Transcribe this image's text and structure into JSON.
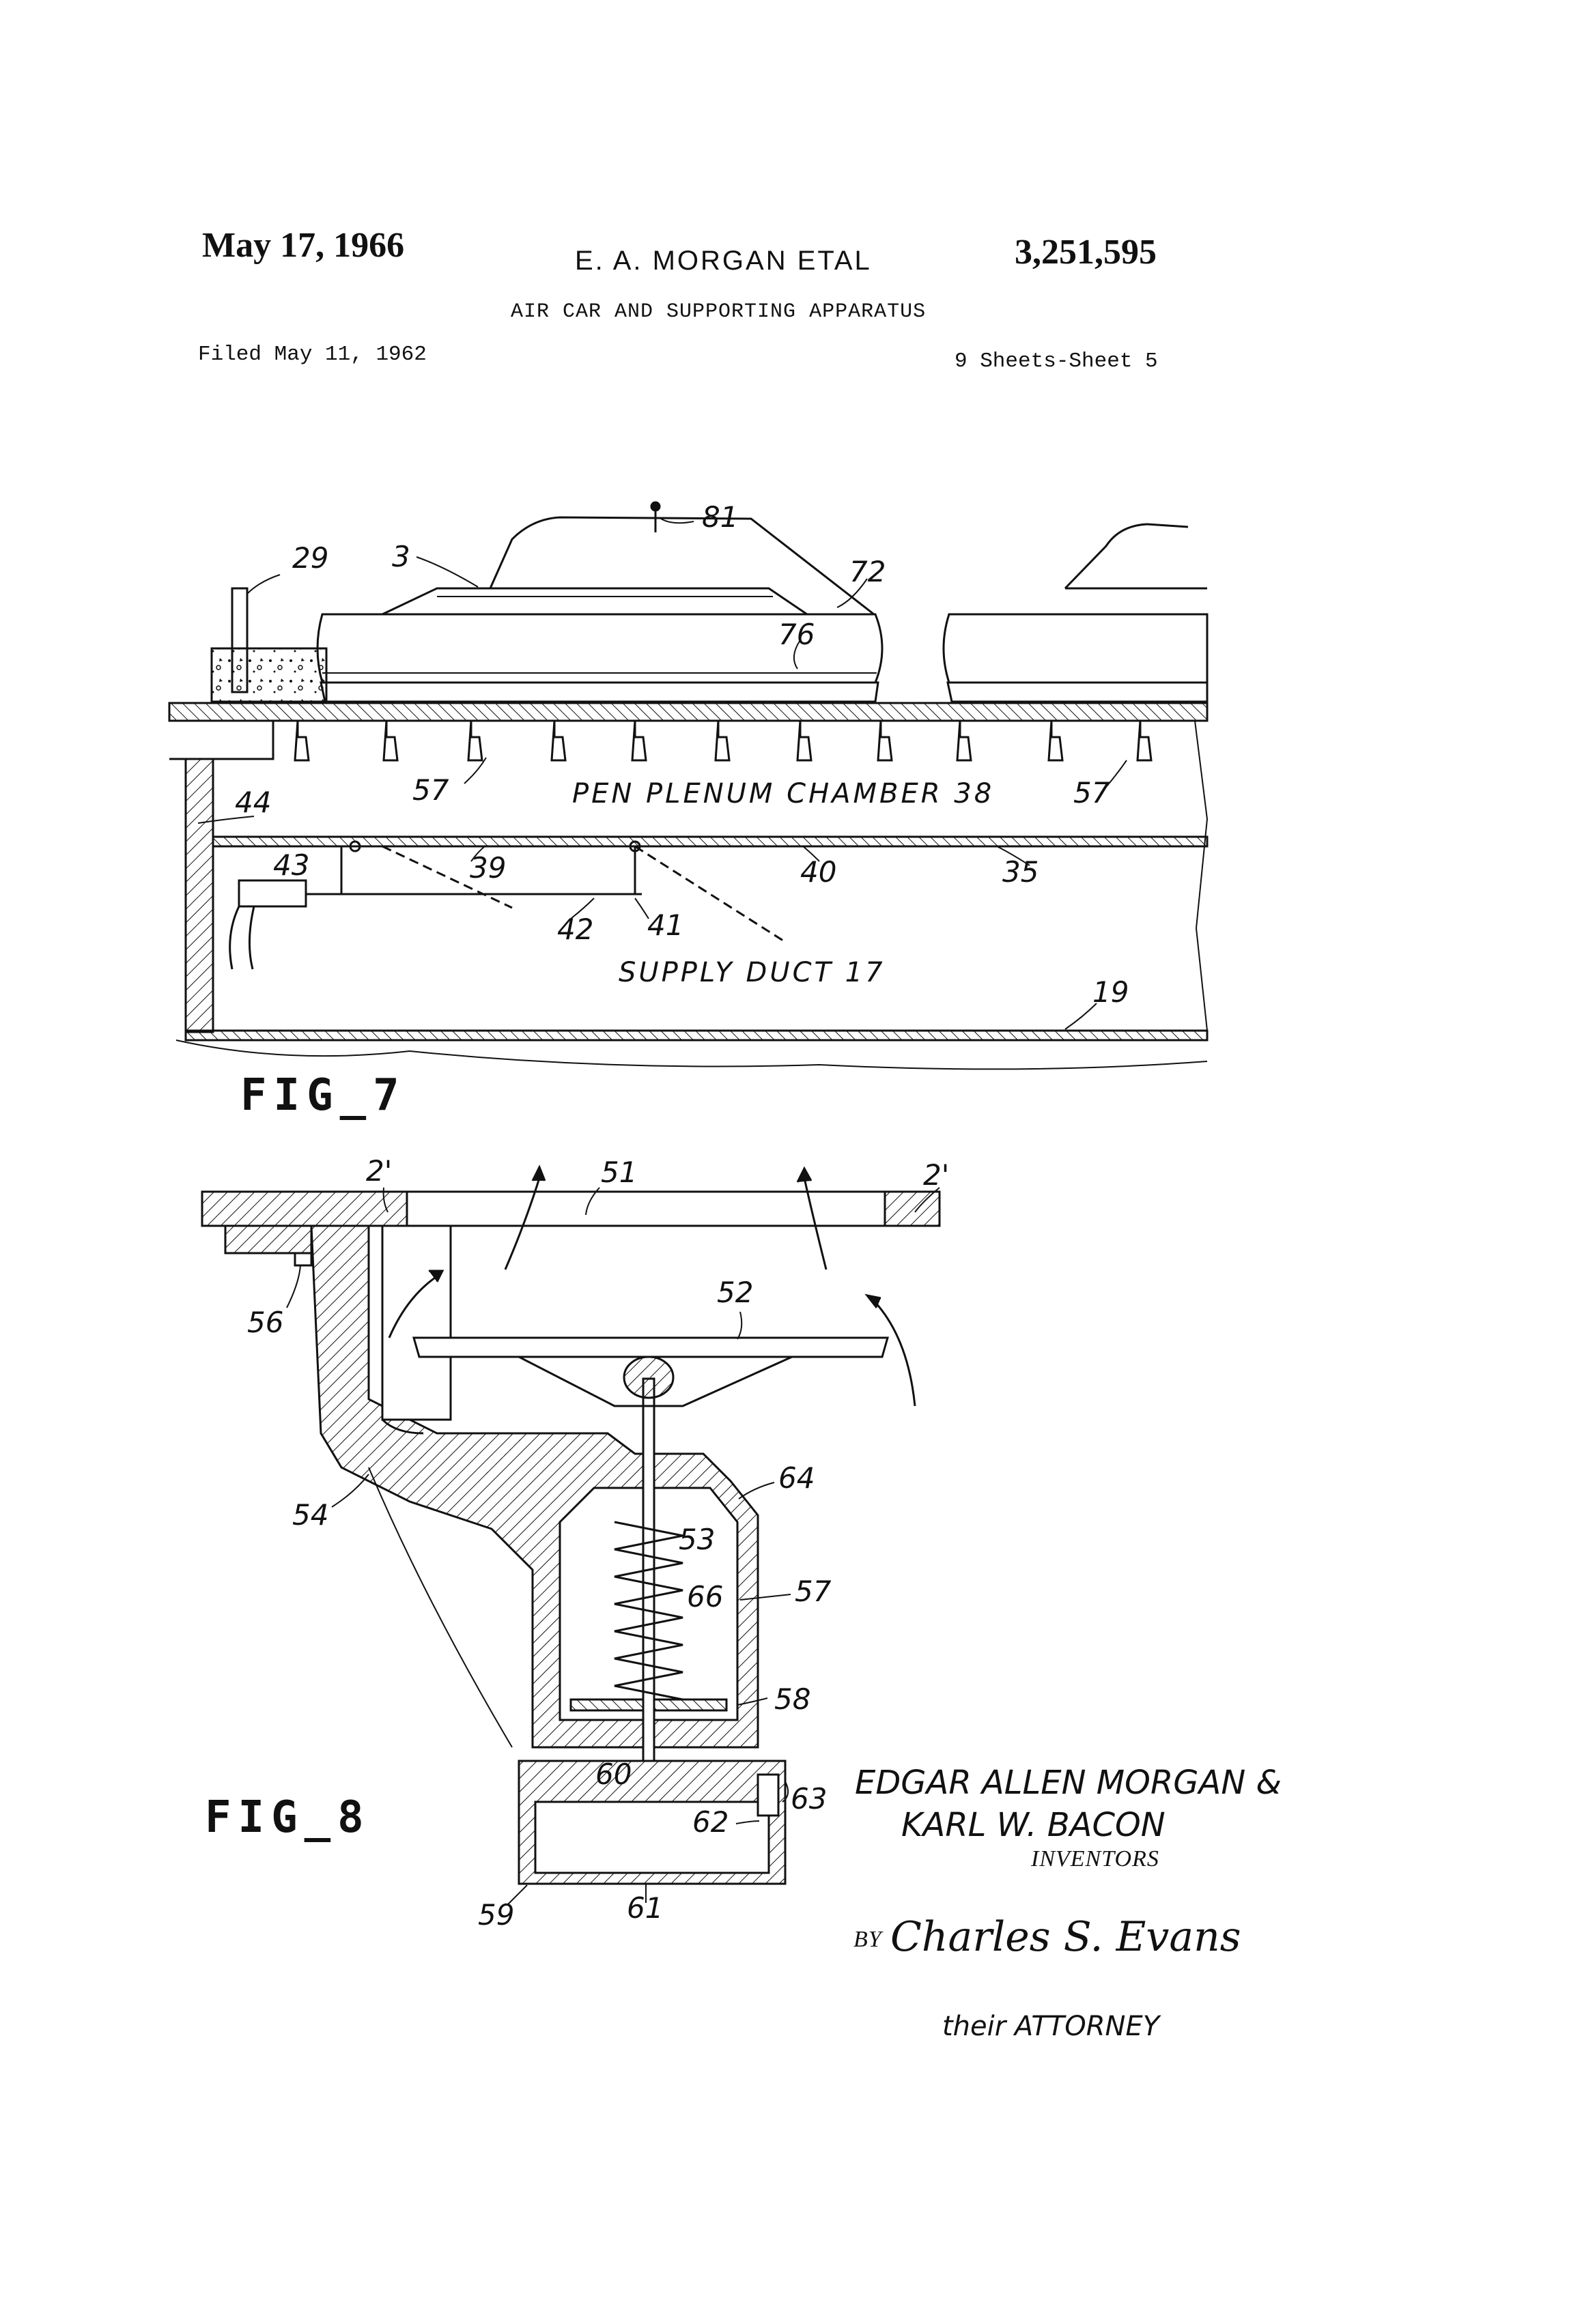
{
  "header": {
    "date": "May 17, 1966",
    "inventor": "E. A. MORGAN ETAL",
    "patent_number": "3,251,595",
    "title": "AIR CAR AND SUPPORTING APPARATUS",
    "filed": "Filed May 11, 1962",
    "sheets": "9 Sheets-Sheet 5"
  },
  "fig7": {
    "caption": "FIG_7",
    "plenum_label": "PEN PLENUM CHAMBER 38",
    "duct_label": "SUPPLY DUCT 17",
    "refs": {
      "r29": "29",
      "r3": "3",
      "r81": "81",
      "r72": "72",
      "r76": "76",
      "r57a": "57",
      "r57b": "57",
      "r44": "44",
      "r43": "43",
      "r39": "39",
      "r40": "40",
      "r35": "35",
      "r42": "42",
      "r41": "41",
      "r19": "19"
    }
  },
  "fig8": {
    "caption": "FIG_8",
    "refs": {
      "r2a": "2'",
      "r51": "51",
      "r2b": "2'",
      "r52": "52",
      "r56": "56",
      "r54": "54",
      "r64": "64",
      "r53": "53",
      "r66": "66",
      "r57": "57",
      "r58": "58",
      "r60": "60",
      "r62": "62",
      "r63": "63",
      "r59": "59",
      "r61": "61"
    }
  },
  "signature": {
    "inventor_line1": "EDGAR ALLEN MORGAN &",
    "inventor_line2": "KARL W. BACON",
    "inventors_label": "INVENTORS",
    "by_label": "BY",
    "attorney_signature": "Charles S. Evans",
    "attorney_label": "their ATTORNEY"
  }
}
